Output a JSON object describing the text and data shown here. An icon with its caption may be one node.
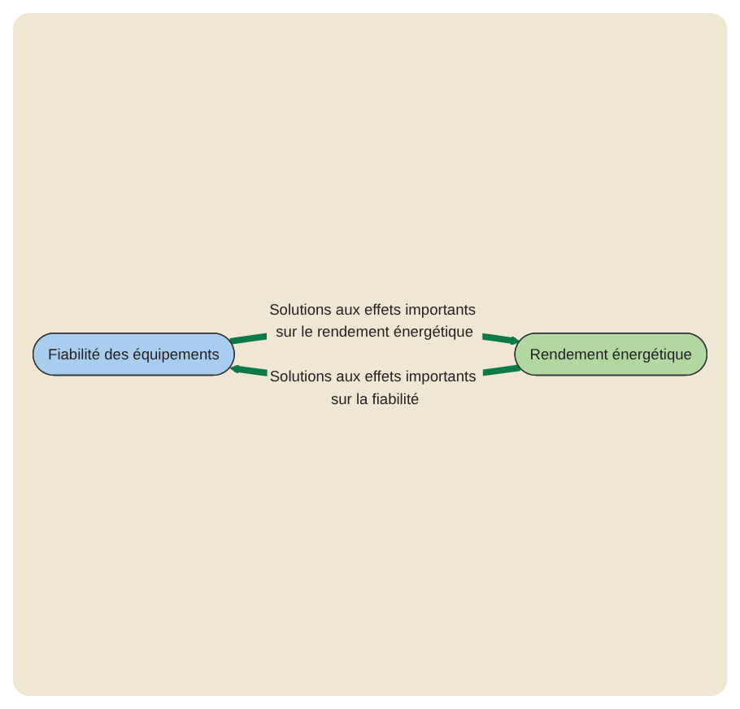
{
  "diagram": {
    "nodes": [
      {
        "text": [
          "Fiabilité des équipements"
        ]
      },
      {
        "text": [
          "Rendement énergétique"
        ]
      }
    ],
    "edges": [
      {
        "from": 0,
        "to": 1,
        "arrow": "to",
        "label": "Solutions aux effets importants sur le rendement énergétique"
      },
      {
        "from": 1,
        "to": 0,
        "arrow": "to",
        "label": "Solutions aux effets importants sur la fiabilité"
      }
    ]
  }
}
